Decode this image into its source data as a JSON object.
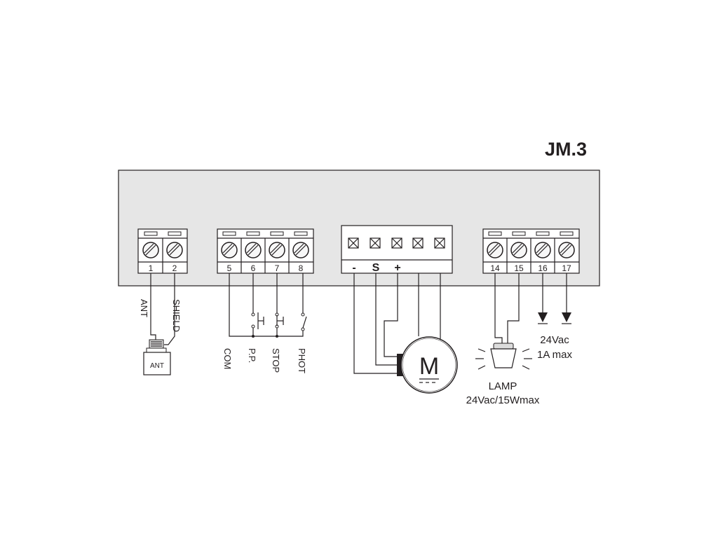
{
  "title": "JM.3",
  "blocks": {
    "antenna": {
      "terminals": [
        "1",
        "2"
      ]
    },
    "inputs": {
      "terminals": [
        "5",
        "6",
        "7",
        "8"
      ]
    },
    "motor": {
      "terminals": [
        "-",
        "S",
        "+"
      ]
    },
    "outputs": {
      "terminals": [
        "14",
        "15",
        "16",
        "17"
      ]
    }
  },
  "antenna": {
    "wire_labels": [
      "ANT",
      "SHIELD"
    ],
    "device_label": "ANT"
  },
  "inputs": {
    "wire_labels": [
      "COM",
      "P.P.",
      "STOP",
      "PHOT"
    ]
  },
  "motor": {
    "symbol": "M"
  },
  "lamp": {
    "label": "LAMP",
    "rating": "24Vac/15Wmax"
  },
  "aux": {
    "voltage": "24Vac",
    "current": "1A max"
  },
  "colors": {
    "line": "#231f20",
    "panel": "#e6e6e6"
  }
}
